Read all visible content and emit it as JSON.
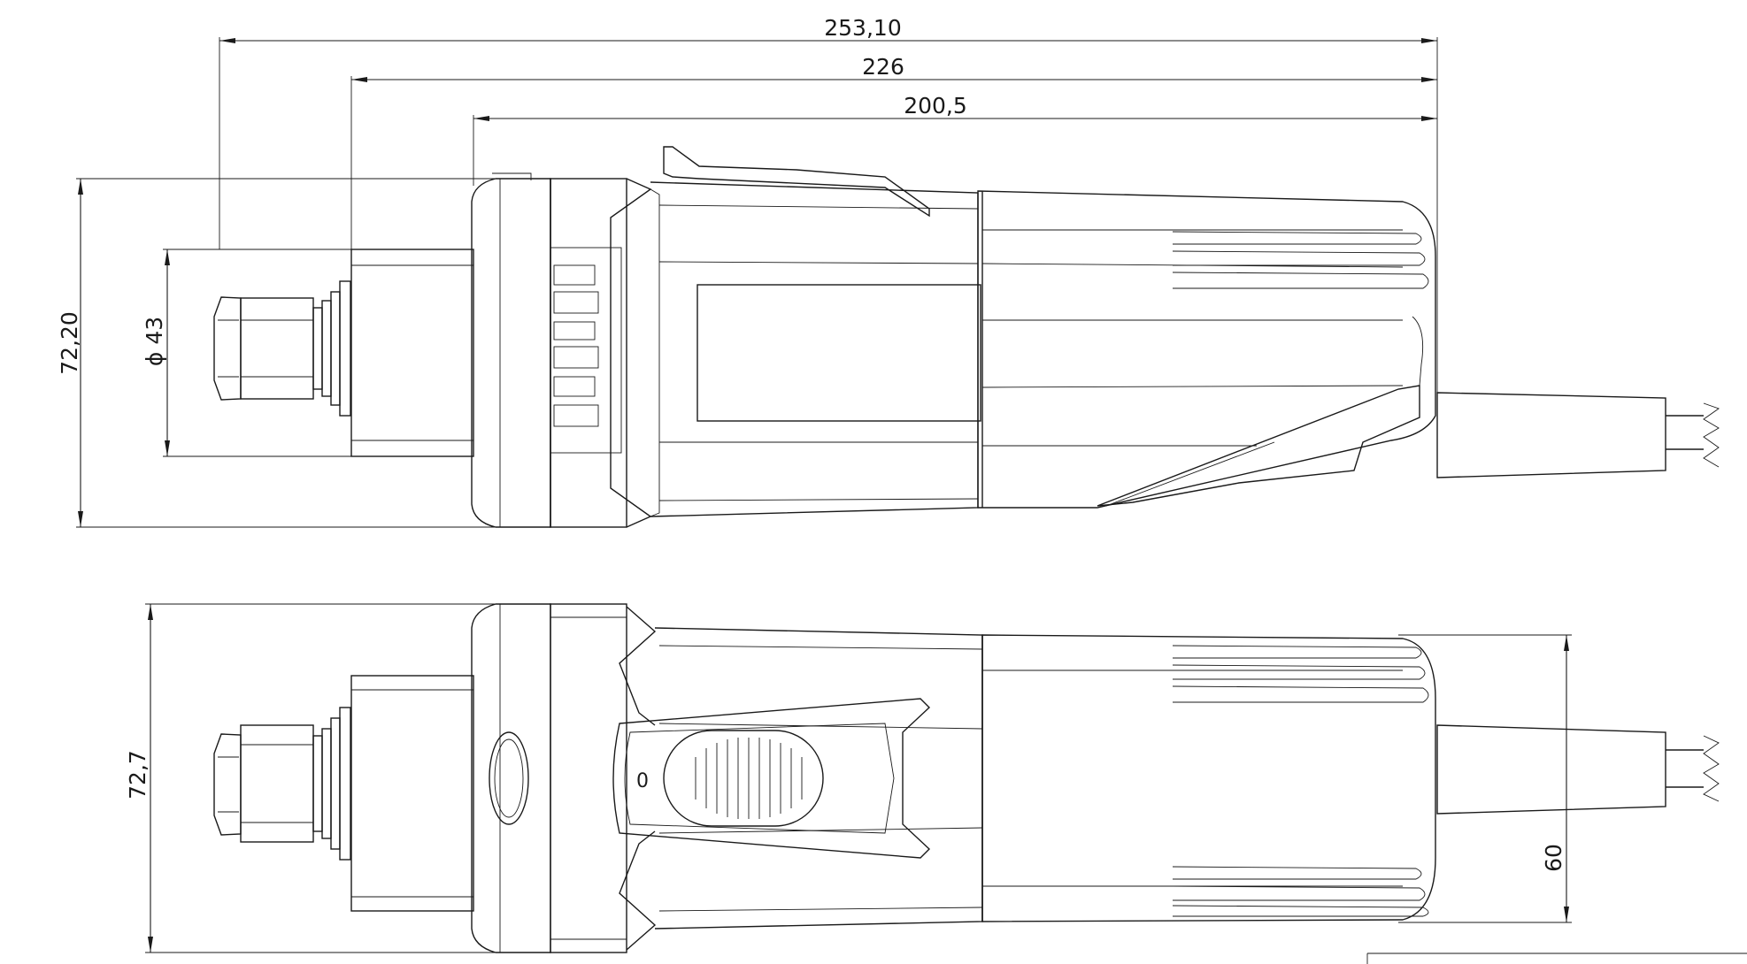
{
  "drawing": {
    "views": [
      "side-view",
      "top-view"
    ],
    "dimensions": {
      "overall_length": "253,10",
      "length_to_collar": "226",
      "body_length": "200,5",
      "side_height": "72,20",
      "collar_diameter": "ϕ 43",
      "top_width": "72,7",
      "rear_width": "60"
    }
  }
}
